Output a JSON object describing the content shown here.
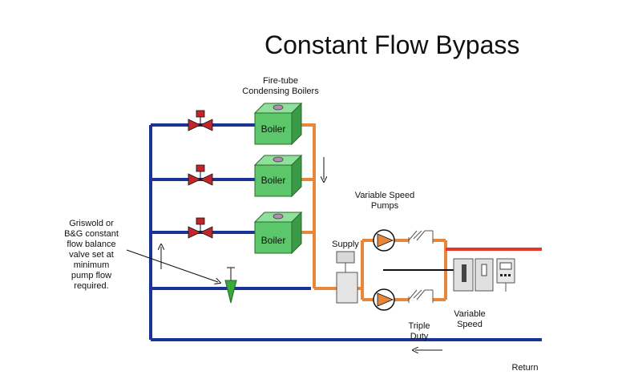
{
  "title": "Constant Flow Bypass",
  "labels": {
    "boilers_heading_line1": "Fire-tube",
    "boilers_heading_line2": "Condensing Boilers",
    "boiler": "Boiler",
    "pumps_line1": "Variable Speed",
    "pumps_line2": "Pumps",
    "supply": "Supply",
    "triple_duty_line1": "Triple",
    "triple_duty_line2": "Duty",
    "variable_speed_line1": "Variable",
    "variable_speed_line2": "Speed",
    "return": "Return",
    "valve_note": [
      "Griswold or",
      "B&G constant",
      "flow balance",
      "valve set at",
      "minimum",
      "pump flow",
      "required."
    ]
  },
  "colors": {
    "return_pipe": "#1a3399",
    "supply_pipe": "#e8863a",
    "hot_supply": "#e8362a",
    "boiler": "#5cc66a",
    "valve": "#c0262a",
    "pump": "#e8863a",
    "balance_valve": "#3aa83a"
  }
}
